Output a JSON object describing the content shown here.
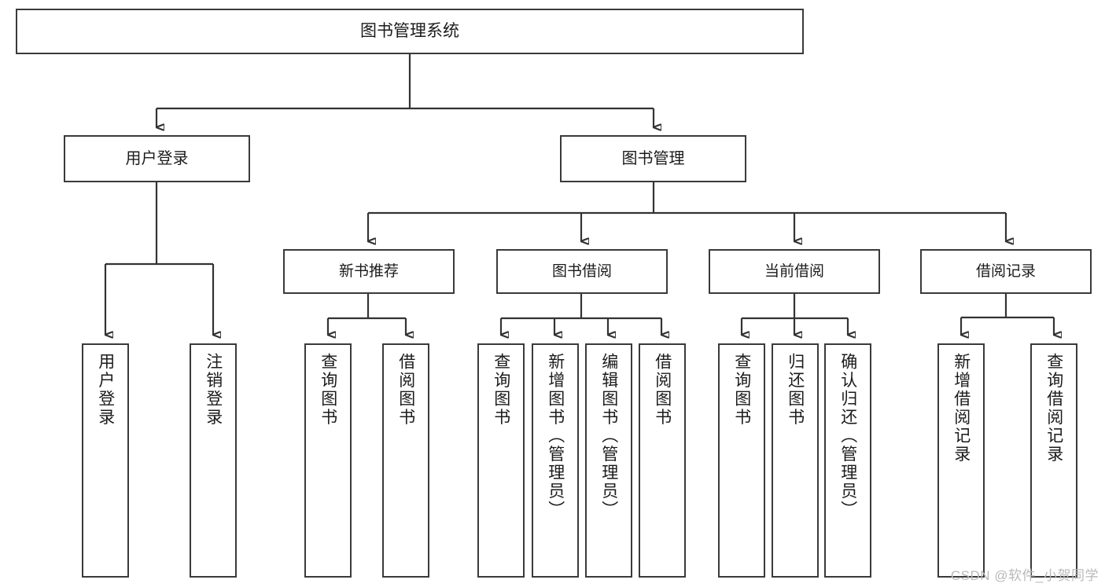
{
  "diagram": {
    "kind": "functional-structure-tree",
    "title": "图书管理系统",
    "watermark": "CSDN @软件_小贺同学",
    "colors": {
      "box_border": "#3a3a3a",
      "connector": "#333333",
      "background": "#ffffff",
      "text": "#1b1b1b",
      "watermark_text": "#b9b9b9"
    },
    "root": {
      "label": "图书管理系统"
    },
    "level1": [
      {
        "id": "user-login",
        "label": "用户登录"
      },
      {
        "id": "book-management",
        "label": "图书管理"
      }
    ],
    "level2": [
      {
        "id": "new-book-recommend",
        "label": "新书推荐",
        "parent": "book-management"
      },
      {
        "id": "book-borrow",
        "label": "图书借阅",
        "parent": "book-management"
      },
      {
        "id": "current-borrow",
        "label": "当前借阅",
        "parent": "book-management"
      },
      {
        "id": "borrow-record",
        "label": "借阅记录",
        "parent": "book-management"
      }
    ],
    "leaves": [
      {
        "id": "leaf-user-login",
        "label": "用户登录",
        "parent": "user-login"
      },
      {
        "id": "leaf-user-logout",
        "label": "注销登录",
        "parent": "user-login"
      },
      {
        "id": "leaf-query-book-1",
        "label": "查询图书",
        "parent": "new-book-recommend"
      },
      {
        "id": "leaf-borrow-book-1",
        "label": "借阅图书",
        "parent": "new-book-recommend"
      },
      {
        "id": "leaf-query-book-2",
        "label": "查询图书",
        "parent": "book-borrow"
      },
      {
        "id": "leaf-add-book",
        "label": "新增图书（管理员）",
        "parent": "book-borrow"
      },
      {
        "id": "leaf-edit-book",
        "label": "编辑图书（管理员）",
        "parent": "book-borrow"
      },
      {
        "id": "leaf-borrow-book-2",
        "label": "借阅图书",
        "parent": "book-borrow"
      },
      {
        "id": "leaf-query-book-3",
        "label": "查询图书",
        "parent": "current-borrow"
      },
      {
        "id": "leaf-return-book",
        "label": "归还图书",
        "parent": "current-borrow"
      },
      {
        "id": "leaf-confirm-return",
        "label": "确认归还（管理员）",
        "parent": "current-borrow"
      },
      {
        "id": "leaf-add-record",
        "label": "新增借阅记录",
        "parent": "borrow-record"
      },
      {
        "id": "leaf-query-record",
        "label": "查询借阅记录",
        "parent": "borrow-record"
      }
    ]
  }
}
